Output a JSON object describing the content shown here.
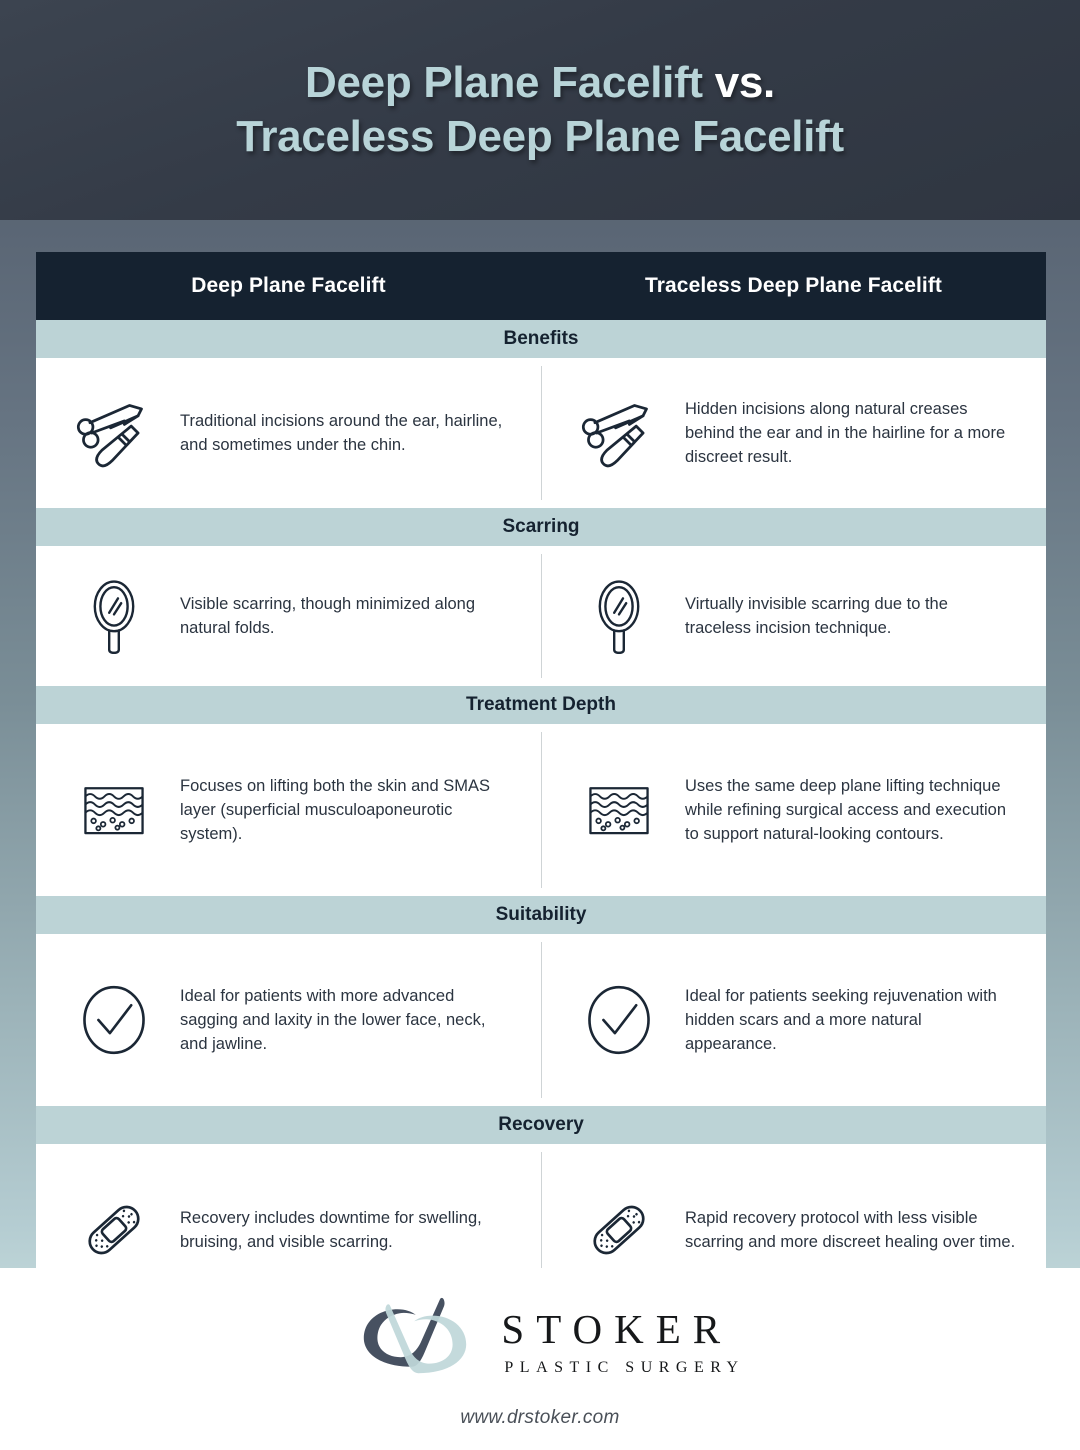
{
  "hero": {
    "title_line1_main": "Deep Plane Facelift",
    "title_line1_vs": "vs.",
    "title_line2": "Traceless Deep Plane Facelift"
  },
  "table": {
    "headers": {
      "left": "Deep Plane Facelift",
      "right": "Traceless Deep Plane Facelift"
    },
    "sections": [
      {
        "label": "Benefits",
        "icon": "surgical-tools-icon",
        "left": "Traditional incisions around the ear, hairline, and sometimes under the chin.",
        "right": "Hidden incisions along natural creases behind the ear and in the hairline for a more discreet result."
      },
      {
        "label": "Scarring",
        "icon": "hand-mirror-icon",
        "left": "Visible scarring, though minimized along natural folds.",
        "right": "Virtually invisible scarring due to the traceless incision technique."
      },
      {
        "label": "Treatment Depth",
        "icon": "skin-layers-icon",
        "left": "Focuses on lifting both the skin and SMAS layer (superficial musculoaponeurotic system).",
        "right": "Uses the same deep plane lifting technique while refining surgical access and execution to support natural-looking contours."
      },
      {
        "label": "Suitability",
        "icon": "check-circle-icon",
        "left": "Ideal for patients with more advanced sagging and laxity in the lower face, neck, and jawline.",
        "right": "Ideal for patients seeking rejuvenation with hidden scars and a more natural appearance."
      },
      {
        "label": "Recovery",
        "icon": "bandage-icon",
        "left": "Recovery includes downtime for swelling, bruising, and visible scarring.",
        "right": "Rapid recovery protocol with less visible scarring and more discreet healing over time."
      }
    ]
  },
  "footer": {
    "brand_name": "STOKER",
    "brand_sub": "PLASTIC SURGERY",
    "website": "www.drstoker.com"
  },
  "colors": {
    "hero_bg": "#343b47",
    "table_header_bg": "#152230",
    "section_band_bg": "#bcd3d6",
    "title_accent": "#b8d4d8",
    "body_text": "#2b3440",
    "logo_dark": "#475161",
    "logo_light": "#bfd7d9"
  }
}
